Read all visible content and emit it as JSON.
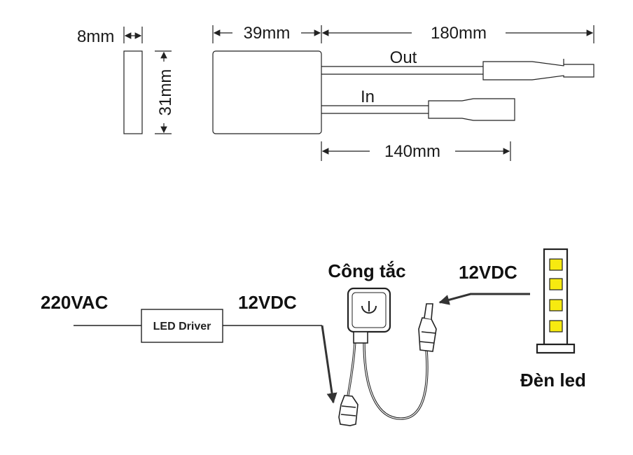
{
  "dimensions": {
    "thickness": "8mm",
    "height": "31mm",
    "box_width": "39mm",
    "out_cable_length": "180mm",
    "in_cable_length": "140mm",
    "out_label": "Out",
    "in_label": "In"
  },
  "wiring": {
    "input_voltage": "220VAC",
    "driver_label": "LED Driver",
    "driver_output": "12VDC",
    "switch_label": "Công tắc",
    "switch_output": "12VDC",
    "lamp_label": "Đèn led"
  },
  "colors": {
    "line": "#222222",
    "led_yellow": "#f7ea10"
  }
}
